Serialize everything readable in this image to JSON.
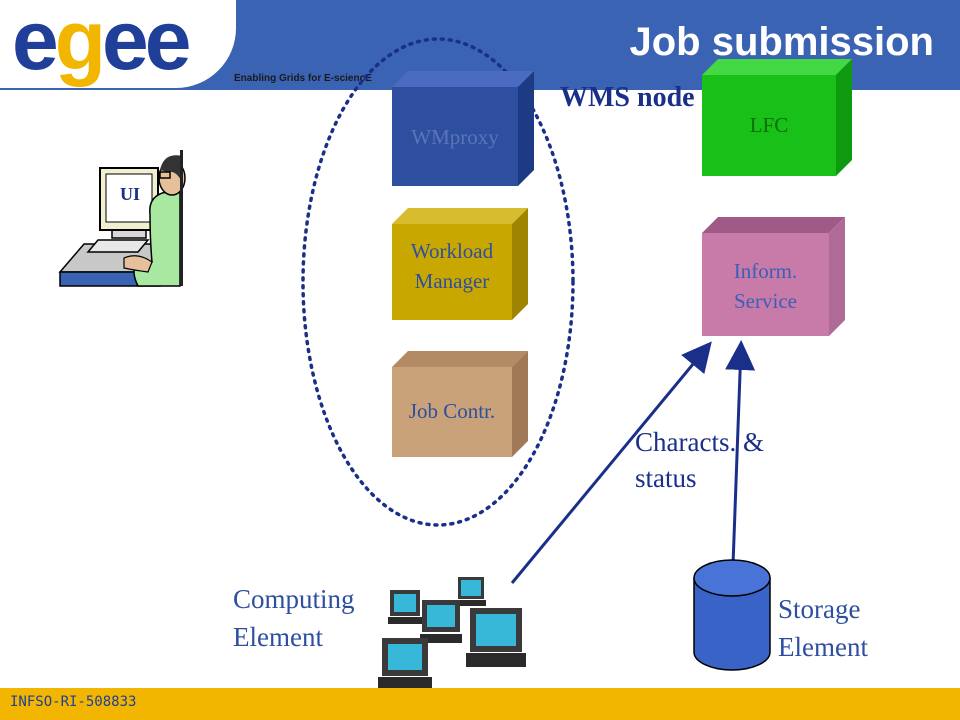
{
  "header": {
    "logo": "egee",
    "tagline": "Enabling Grids for E-sciencE",
    "title": "Job submission"
  },
  "footer": {
    "text": "INFSO-RI-508833"
  },
  "wms": {
    "label": "WMS node",
    "boxes": [
      {
        "id": "wmproxy",
        "label": "WMproxy",
        "color": "#2e4fa0",
        "text_color": "#5a74b8"
      },
      {
        "id": "workload-manager",
        "label": "Workload Manager",
        "color": "#c8a800",
        "text_color": "#2e4fa0"
      },
      {
        "id": "job-controller",
        "label": "Job Contr.",
        "color": "#c9a27a",
        "text_color": "#2e4fa0"
      }
    ]
  },
  "lfc": {
    "label": "LFC",
    "color": "#18c018",
    "text_color": "#0b6f0b"
  },
  "info_service": {
    "label": "Inform. Service",
    "color": "#c87aa8",
    "text_color": "#3a5fb8"
  },
  "ui": {
    "label": "UI"
  },
  "arrow_label": "Characts. & status",
  "computing_element": {
    "label": "Computing Element"
  },
  "storage_element": {
    "label": "Storage Element",
    "color": "#3a63c8"
  }
}
